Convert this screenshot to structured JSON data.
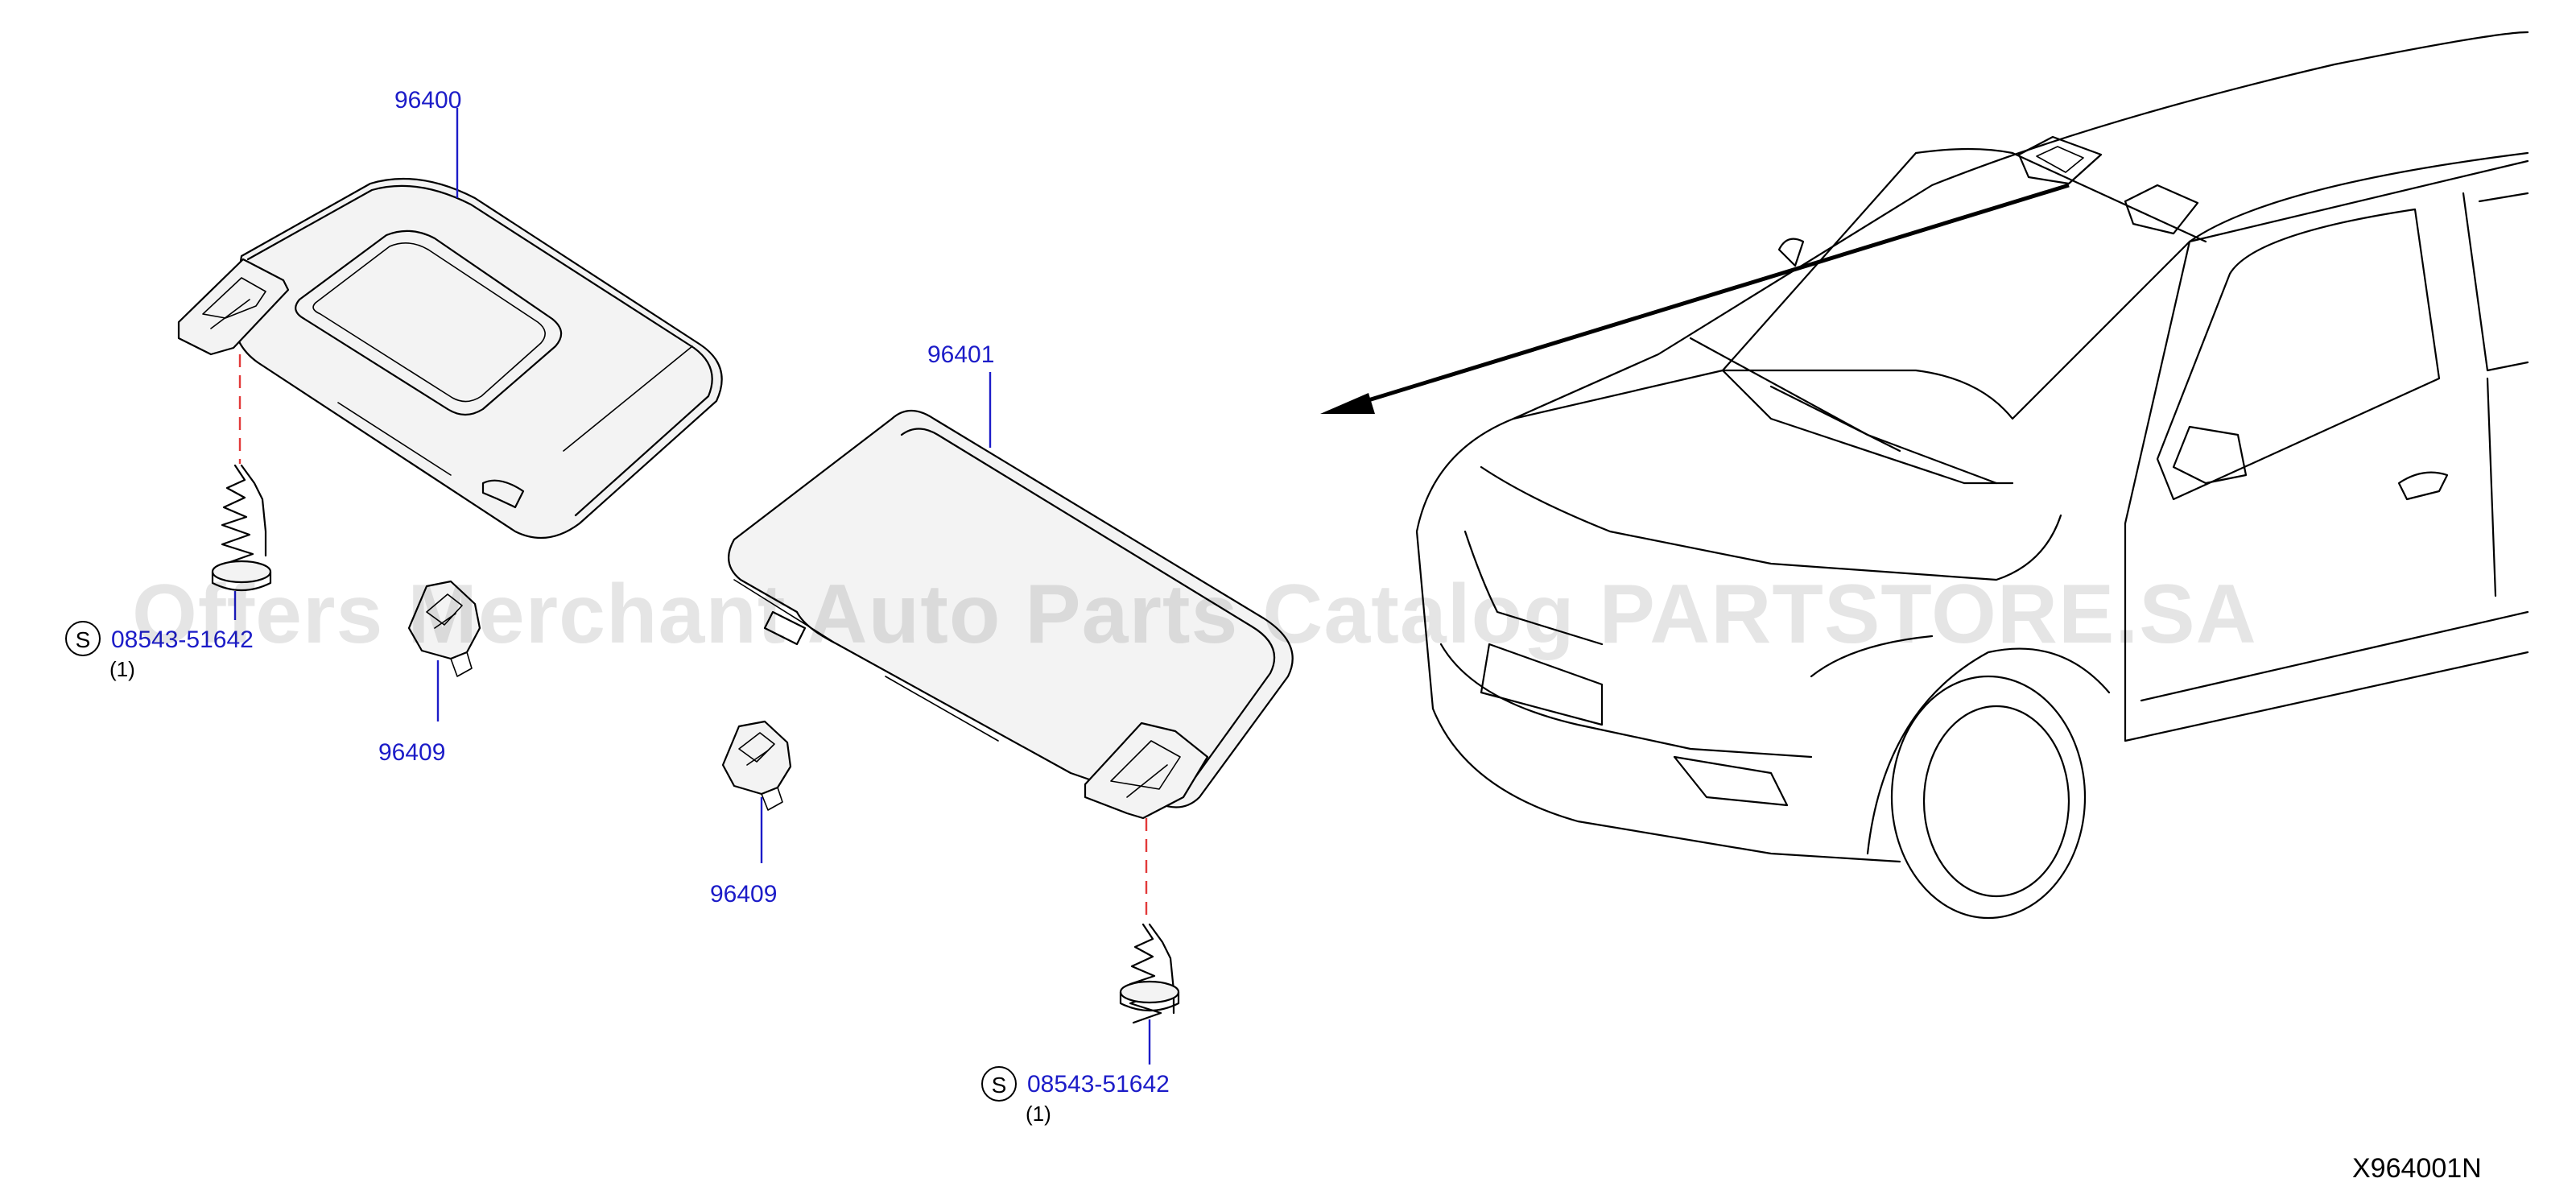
{
  "diagram": {
    "parts": {
      "visor_left": "96400",
      "visor_right": "96401",
      "holder_left": "96409",
      "holder_right": "96409",
      "screw_left": "08543-51642",
      "screw_right": "08543-51642"
    },
    "quantities": {
      "screw_left": "(1)",
      "screw_right": "(1)"
    },
    "standard_marker": "S",
    "diagram_id": "X964001N",
    "watermark": "Offers Merchant Auto Parts Catalog PARTSTORE.SA"
  },
  "colors": {
    "label": "#1c1cc8",
    "dashed_axis": "#e23a3a",
    "line": "#000000"
  }
}
